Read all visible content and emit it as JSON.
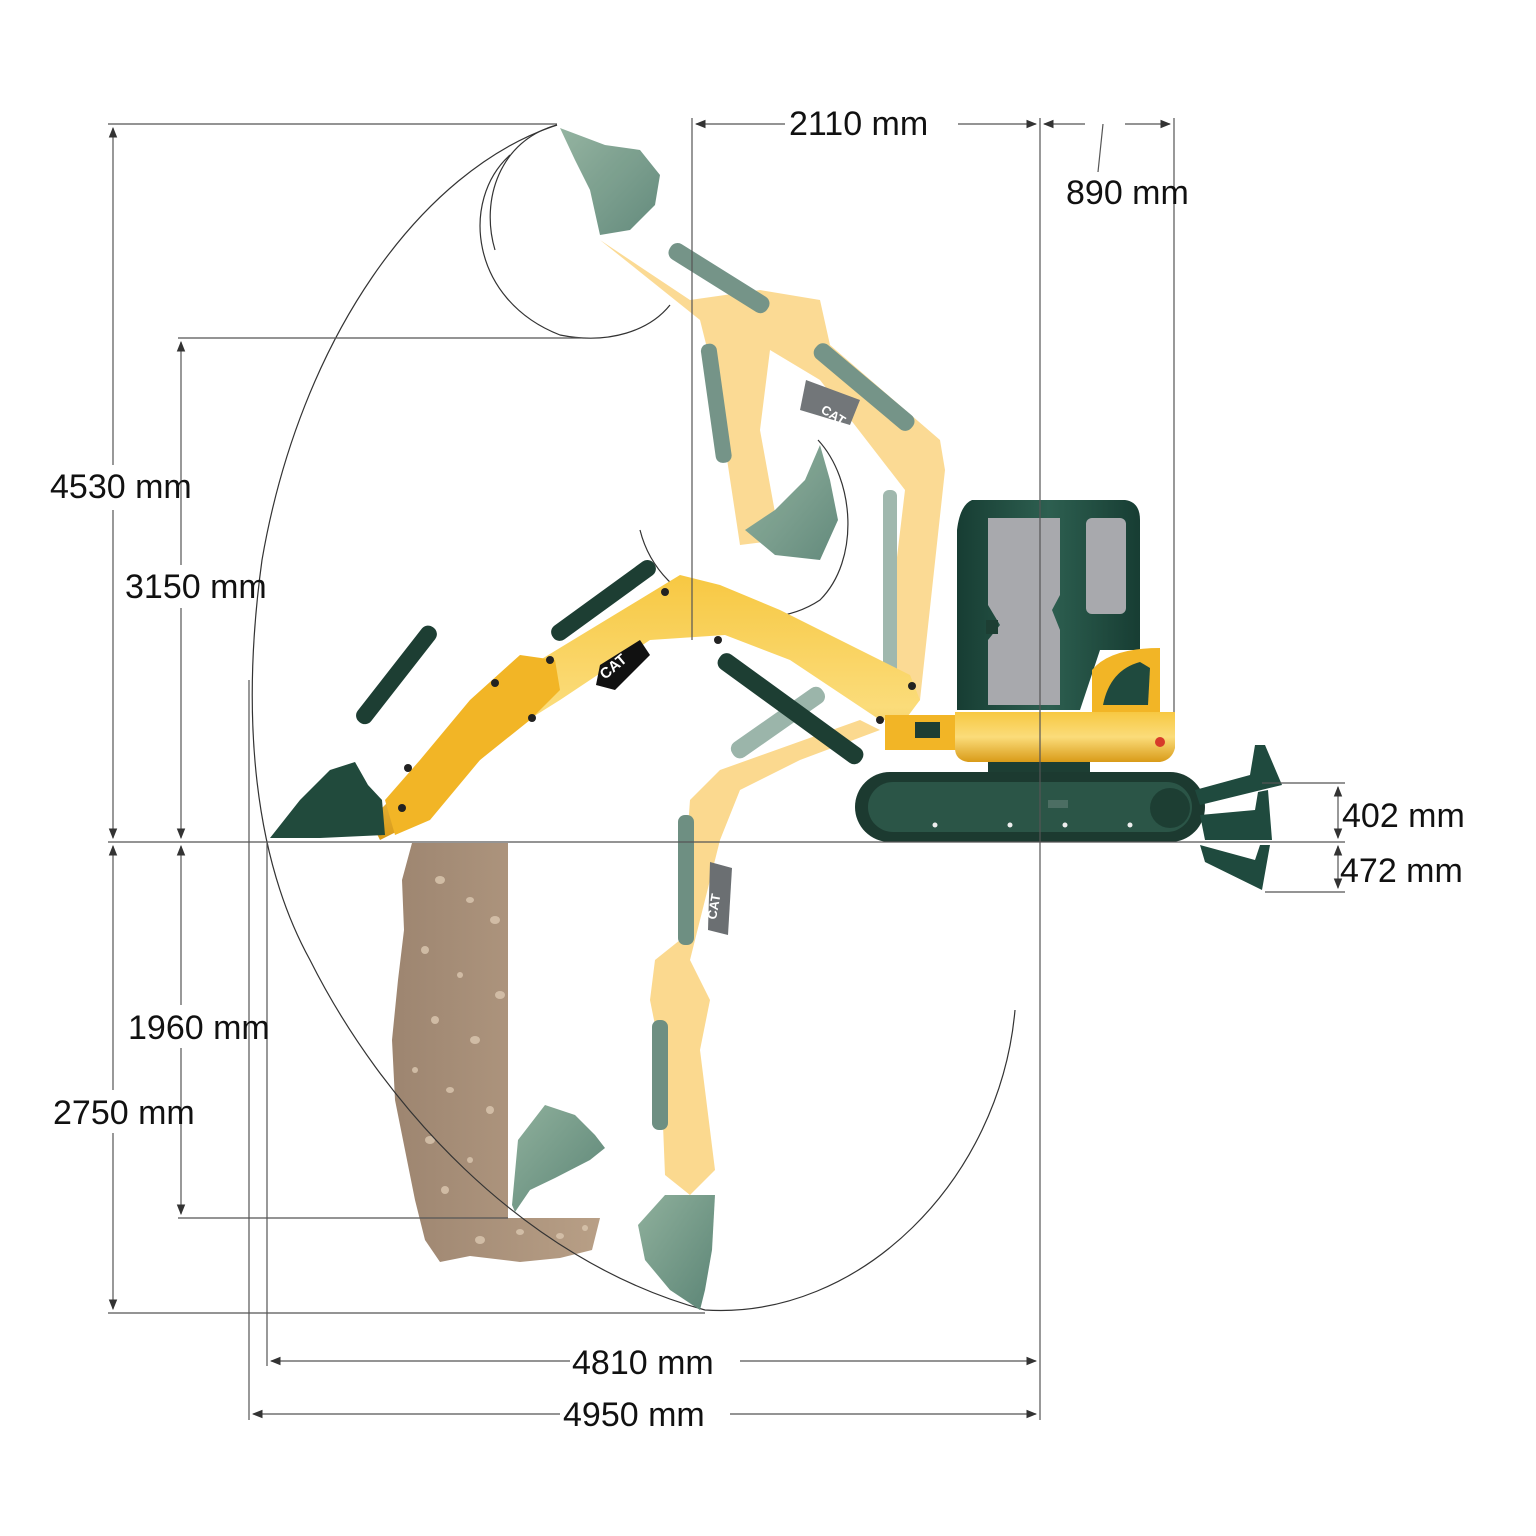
{
  "diagram": {
    "type": "mini-excavator working range diagram",
    "brand_decal": "CAT",
    "colors": {
      "machine_yellow": "#f2b526",
      "ghost_yellow": "#fbd98f",
      "machine_green": "#1f4a3e",
      "ghost_green": "#7a9f8e",
      "window_gray": "#a8a9ad",
      "soil": "#a98f77",
      "dimension_line": "#555555",
      "text": "#111111"
    }
  },
  "dimensions": {
    "max_dig_height": "4530 mm",
    "max_dump_height": "3150 mm",
    "max_vertical_wall_depth": "1960 mm",
    "max_dig_depth": "2750 mm",
    "reach_at_ground": "4810 mm",
    "max_reach": "4950 mm",
    "swing_offset_front": "2110 mm",
    "tail_swing": "890 mm",
    "blade_raise": "402 mm",
    "blade_drop": "472 mm"
  }
}
